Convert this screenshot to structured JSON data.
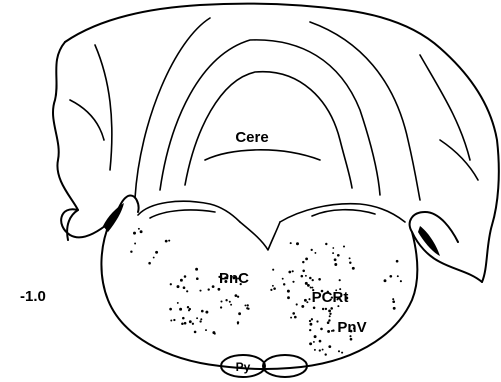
{
  "figure": {
    "section_level": "-1.0",
    "labels": {
      "cerebellum": "Cere",
      "pontine_caudal": "PnC",
      "pontine_reticular": "PCRt",
      "pontine_ventral": "PnV",
      "pyramid": "Py"
    }
  }
}
